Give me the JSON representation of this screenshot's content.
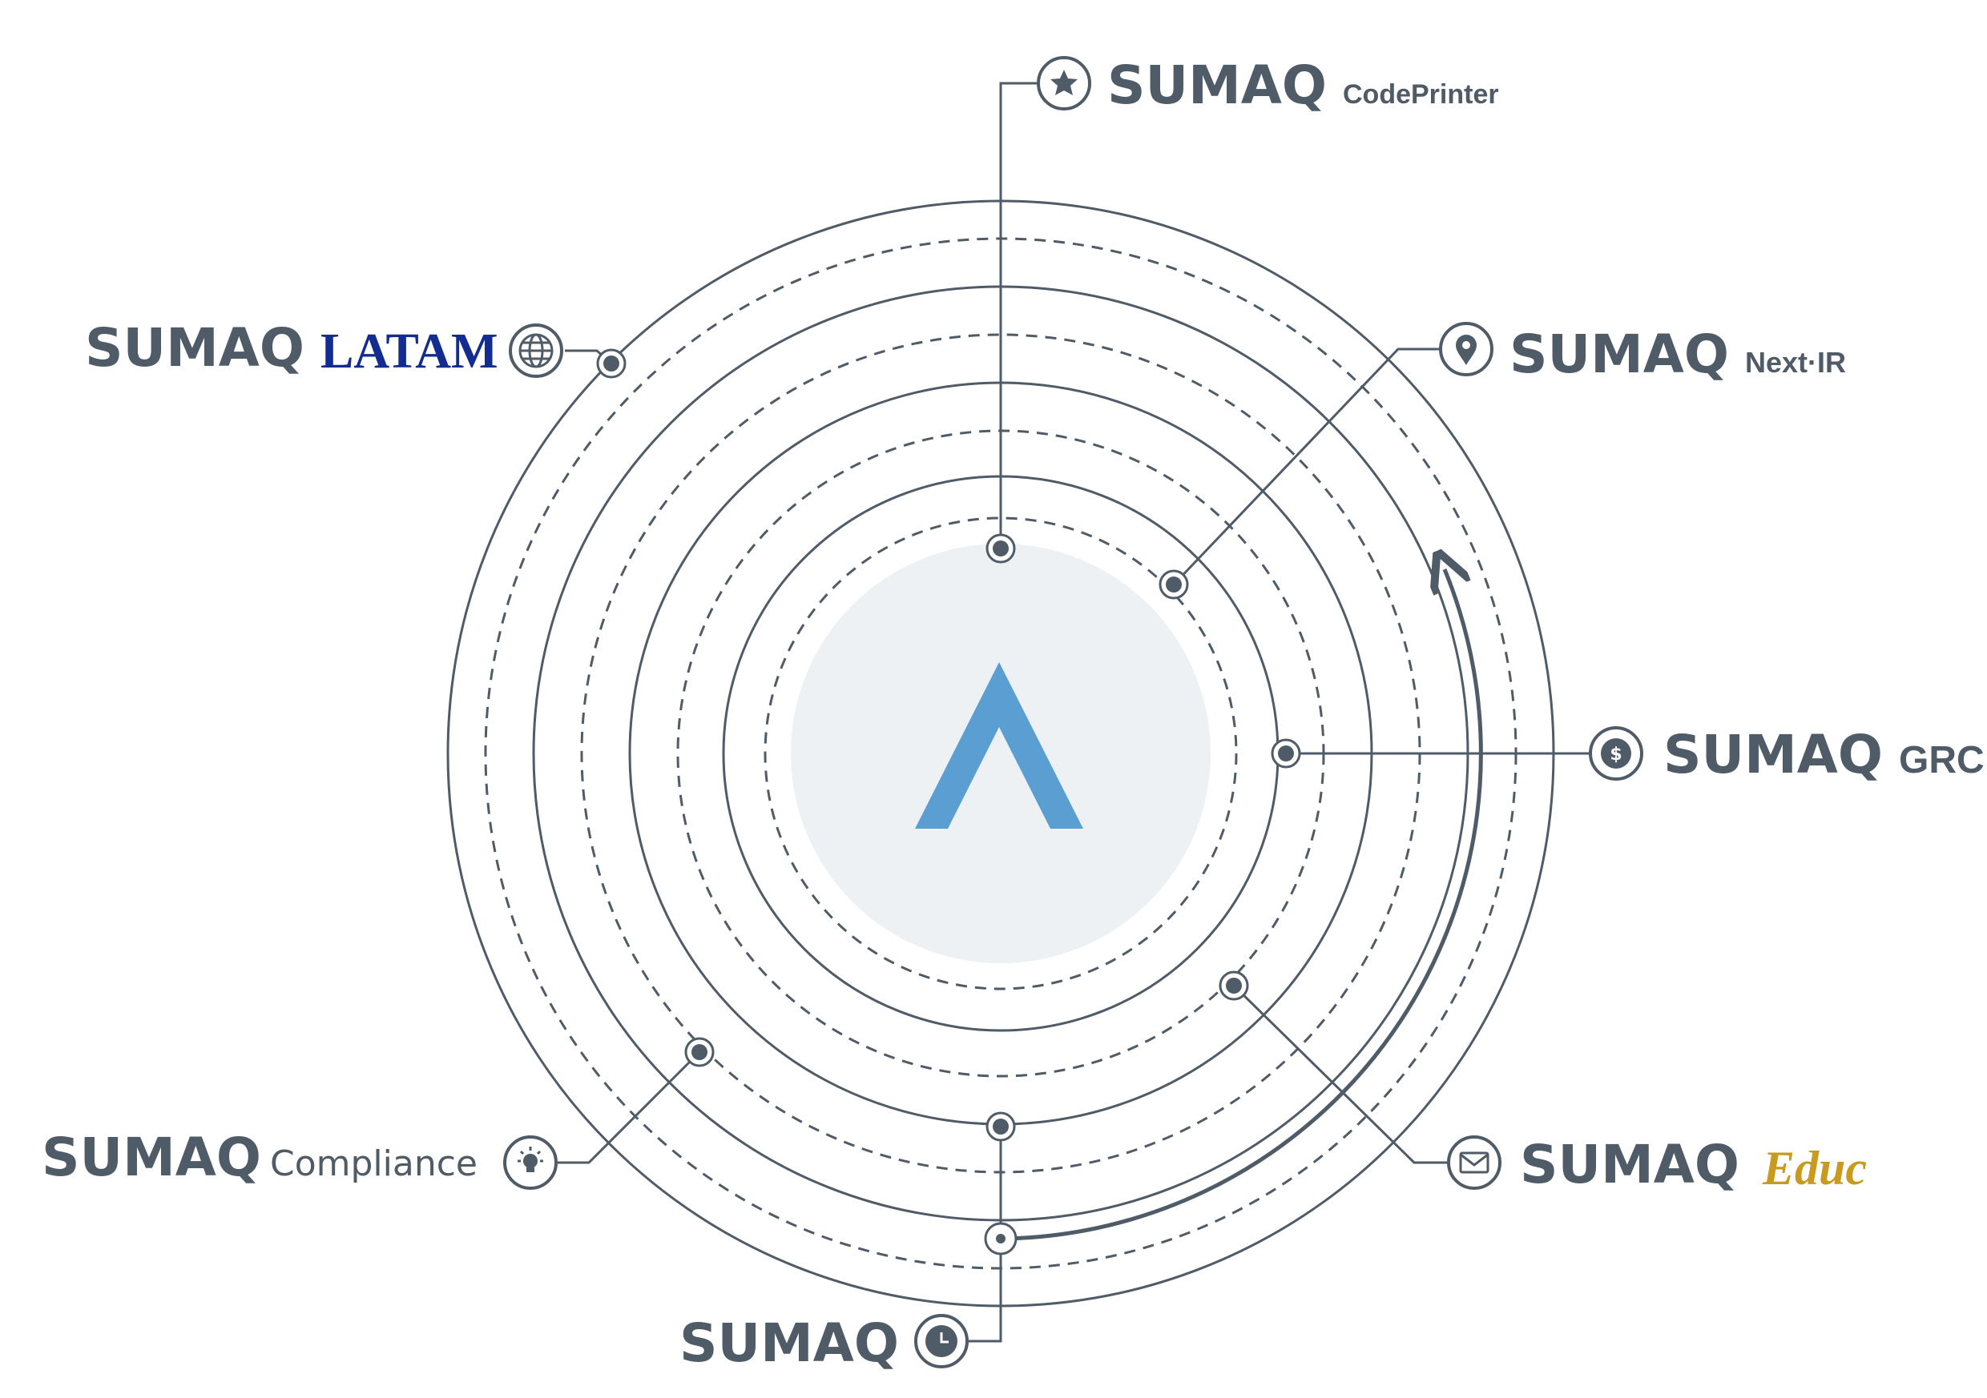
{
  "center_logo": {
    "colors": {
      "mark": "#5b9fd2",
      "disc": "#edf1f4"
    }
  },
  "colors": {
    "line": "#4f5b67"
  },
  "brands": [
    {
      "id": "codeprinter",
      "prefix": "SUMAQ",
      "suffix": "CodePrinter",
      "icon": "star-icon",
      "accent": "#7a1f1f"
    },
    {
      "id": "latam",
      "prefix": "SUMAQ",
      "suffix": "LATAM",
      "icon": "globe-icon",
      "accent": "#132c8f"
    },
    {
      "id": "nextir",
      "prefix": "SUMAQ",
      "suffix": "Next·IR",
      "icon": "location-pin-icon",
      "accent": "#2f8a3c"
    },
    {
      "id": "grc",
      "prefix": "SUMAQ",
      "suffix": "GRC",
      "icon": "dollar-icon",
      "accent": "#e07a2a"
    },
    {
      "id": "compliance",
      "prefix": "SUMAQ",
      "suffix": "Compliance",
      "icon": "lightbulb-icon",
      "accent": "#7e3b8c"
    },
    {
      "id": "educ",
      "prefix": "SUMAQ",
      "suffix": "Educ",
      "icon": "mail-icon",
      "accent": "#c99a1e"
    },
    {
      "id": "sumaq",
      "prefix": "SUMAQ",
      "suffix": "",
      "icon": "clock-icon",
      "accent": "#5b9fd2"
    }
  ]
}
